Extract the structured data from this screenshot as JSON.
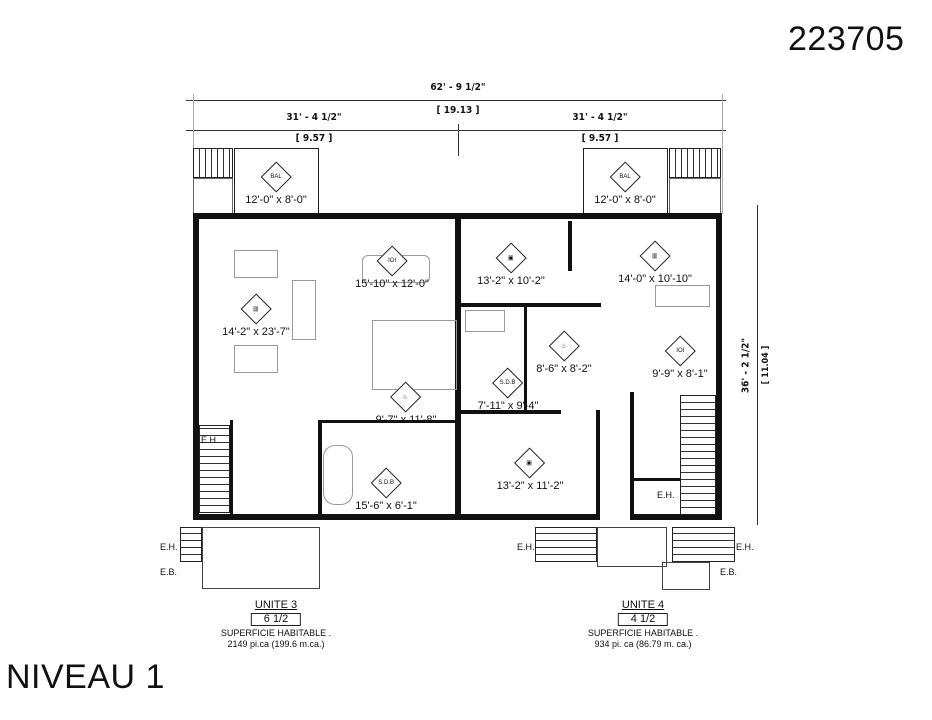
{
  "project_number": "223705",
  "level_title": "NIVEAU 1",
  "dimensions": {
    "total_width": "62' - 9 1/2\"",
    "total_width_m": "[ 19.13 ]",
    "left_width": "31' - 4 1/2\"",
    "left_width_m": "[ 9.57 ]",
    "right_width": "31' - 4 1/2\"",
    "right_width_m": "[ 9.57 ]",
    "depth": "36' - 2 1/2\"",
    "depth_m": "[ 11.04 ]"
  },
  "rooms": [
    {
      "tag": "BAL",
      "size": "12'-0\" x 8'-0\""
    },
    {
      "tag": "BAL",
      "size": "12'-0\" x 8'-0\""
    },
    {
      "tag": "▥",
      "size": "14'-2\" x 23'-7\""
    },
    {
      "tag": "IOI",
      "size": "15'-10\" x 12'-0\""
    },
    {
      "tag": "♨",
      "size": "9'-7\" x 11'-8\""
    },
    {
      "tag": "S.D.B",
      "size": "15'-6\" x 6'-1\""
    },
    {
      "tag": "▣",
      "size": "13'-2\" x 10'-2\""
    },
    {
      "tag": "♨",
      "size": "8'-6\" x 8'-2\""
    },
    {
      "tag": "S.D.B",
      "size": "7'-11\" x 9'-4\""
    },
    {
      "tag": "▣",
      "size": "13'-2\" x 11'-2\""
    },
    {
      "tag": "▥",
      "size": "14'-0\" x 10'-10\""
    },
    {
      "tag": "IOI",
      "size": "9'-9\" x 8'-1\""
    }
  ],
  "labels": {
    "eh": "E.H.",
    "eb": "E.B."
  },
  "units": [
    {
      "name": "UNITE 3",
      "rooms": "6 1/2",
      "area_label": "SUPERFICIE HABITABLE .",
      "area": "2149 pi.ca (199.6 m.ca.)"
    },
    {
      "name": "UNITE 4",
      "rooms": "4 1/2",
      "area_label": "SUPERFICIE HABITABLE .",
      "area": "934 pi. ca (86.79 m. ca.)"
    }
  ]
}
